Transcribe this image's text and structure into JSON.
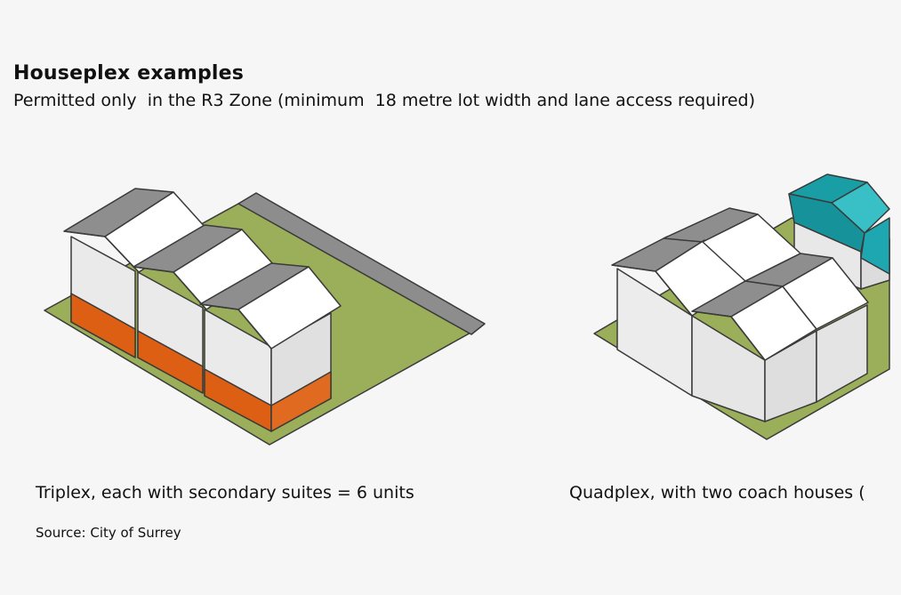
{
  "slide": {
    "title": "Houseplex examples",
    "subtitle": "Permitted only  in the R3 Zone (minimum  18 metre lot width and lane access required)",
    "captions": {
      "triplex": "Triplex, each with secondary suites = 6 units",
      "quadplex": "Quadplex, with two coach houses ("
    },
    "source": "Source: City of Surrey"
  },
  "colors": {
    "background": "#f6f6f6",
    "lot_green": "#9bae5a",
    "lane_grey": "#8d8d8d",
    "roof_grey": "#8e8e8e",
    "wall_white": "#ececec",
    "suite_orange": "#dd5f14",
    "coach_teal": "#1ea7b0"
  }
}
